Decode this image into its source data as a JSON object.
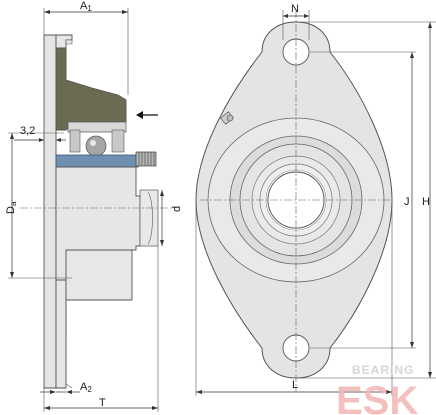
{
  "dimensions": {
    "a1": {
      "main": "A",
      "sub": "1"
    },
    "a2": {
      "main": "A",
      "sub": "2"
    },
    "offset": "3,2",
    "da": {
      "main": "D",
      "sub": "a"
    },
    "d": "d",
    "t": "T",
    "n": "N",
    "j": "J",
    "h": "H",
    "l": "L"
  },
  "watermark": {
    "word": "BEARING",
    "logo": "ESK"
  },
  "colors": {
    "housing": "#e4e4e4",
    "housing_dark": "#6b6b52",
    "inner_ring": "#6e8fb0",
    "ball": "#9a9a9a",
    "brand_red": "#f3b4b4"
  }
}
